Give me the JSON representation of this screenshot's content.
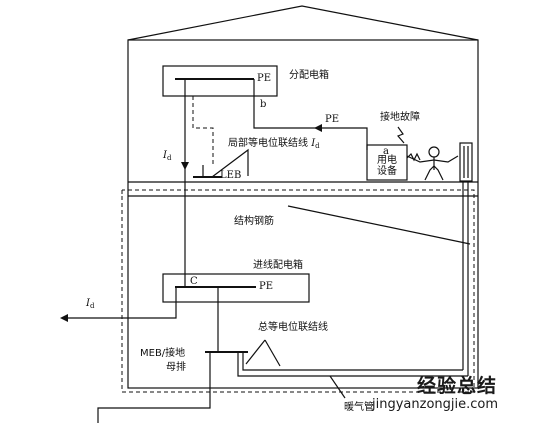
{
  "labels": {
    "distribution_box": "分配电箱",
    "pe_top": "PE",
    "b": "b",
    "pe_line": "PE",
    "ground_fault": "接地故障",
    "a": "a",
    "device_line1": "用电",
    "device_line2": "设备",
    "local_bonding": "局部等电位联结线",
    "id_symbol": "I",
    "id_subscript": "d",
    "leb": "LEB",
    "rebar": "结构钢筋",
    "incoming_box": "进线配电箱",
    "c": "C",
    "pe_bottom": "PE",
    "main_bonding": "总等电位联结线",
    "meb_line1": "MEB/接地",
    "meb_line2": "母排",
    "heating_pipe": "暖气管"
  },
  "watermark": {
    "brand": "经验总结",
    "url": "jingyanzongjie.com"
  },
  "colors": {
    "line": "#111111",
    "background": "#ffffff"
  }
}
